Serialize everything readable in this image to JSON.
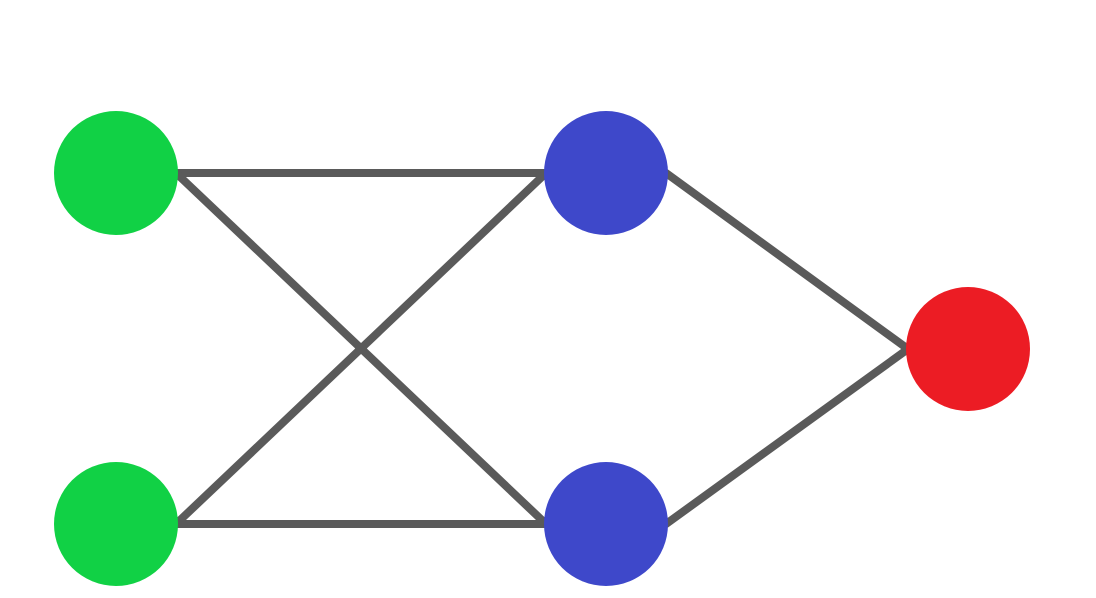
{
  "colors": {
    "background": "#ffffff",
    "edge": "#5a5a5a",
    "input_node": "#11d145",
    "hidden_node": "#3e48ca",
    "output_node": "#ec1c24"
  },
  "network": {
    "layers": [
      {
        "name": "input",
        "size": 2,
        "color_key": "input_node"
      },
      {
        "name": "hidden",
        "size": 2,
        "color_key": "hidden_node"
      },
      {
        "name": "output",
        "size": 1,
        "color_key": "output_node"
      }
    ],
    "edges": [
      {
        "from": "input-1",
        "to": "hidden-1"
      },
      {
        "from": "input-1",
        "to": "hidden-2"
      },
      {
        "from": "input-2",
        "to": "hidden-1"
      },
      {
        "from": "input-2",
        "to": "hidden-2"
      },
      {
        "from": "hidden-1",
        "to": "output-1"
      },
      {
        "from": "hidden-2",
        "to": "output-1"
      }
    ]
  }
}
